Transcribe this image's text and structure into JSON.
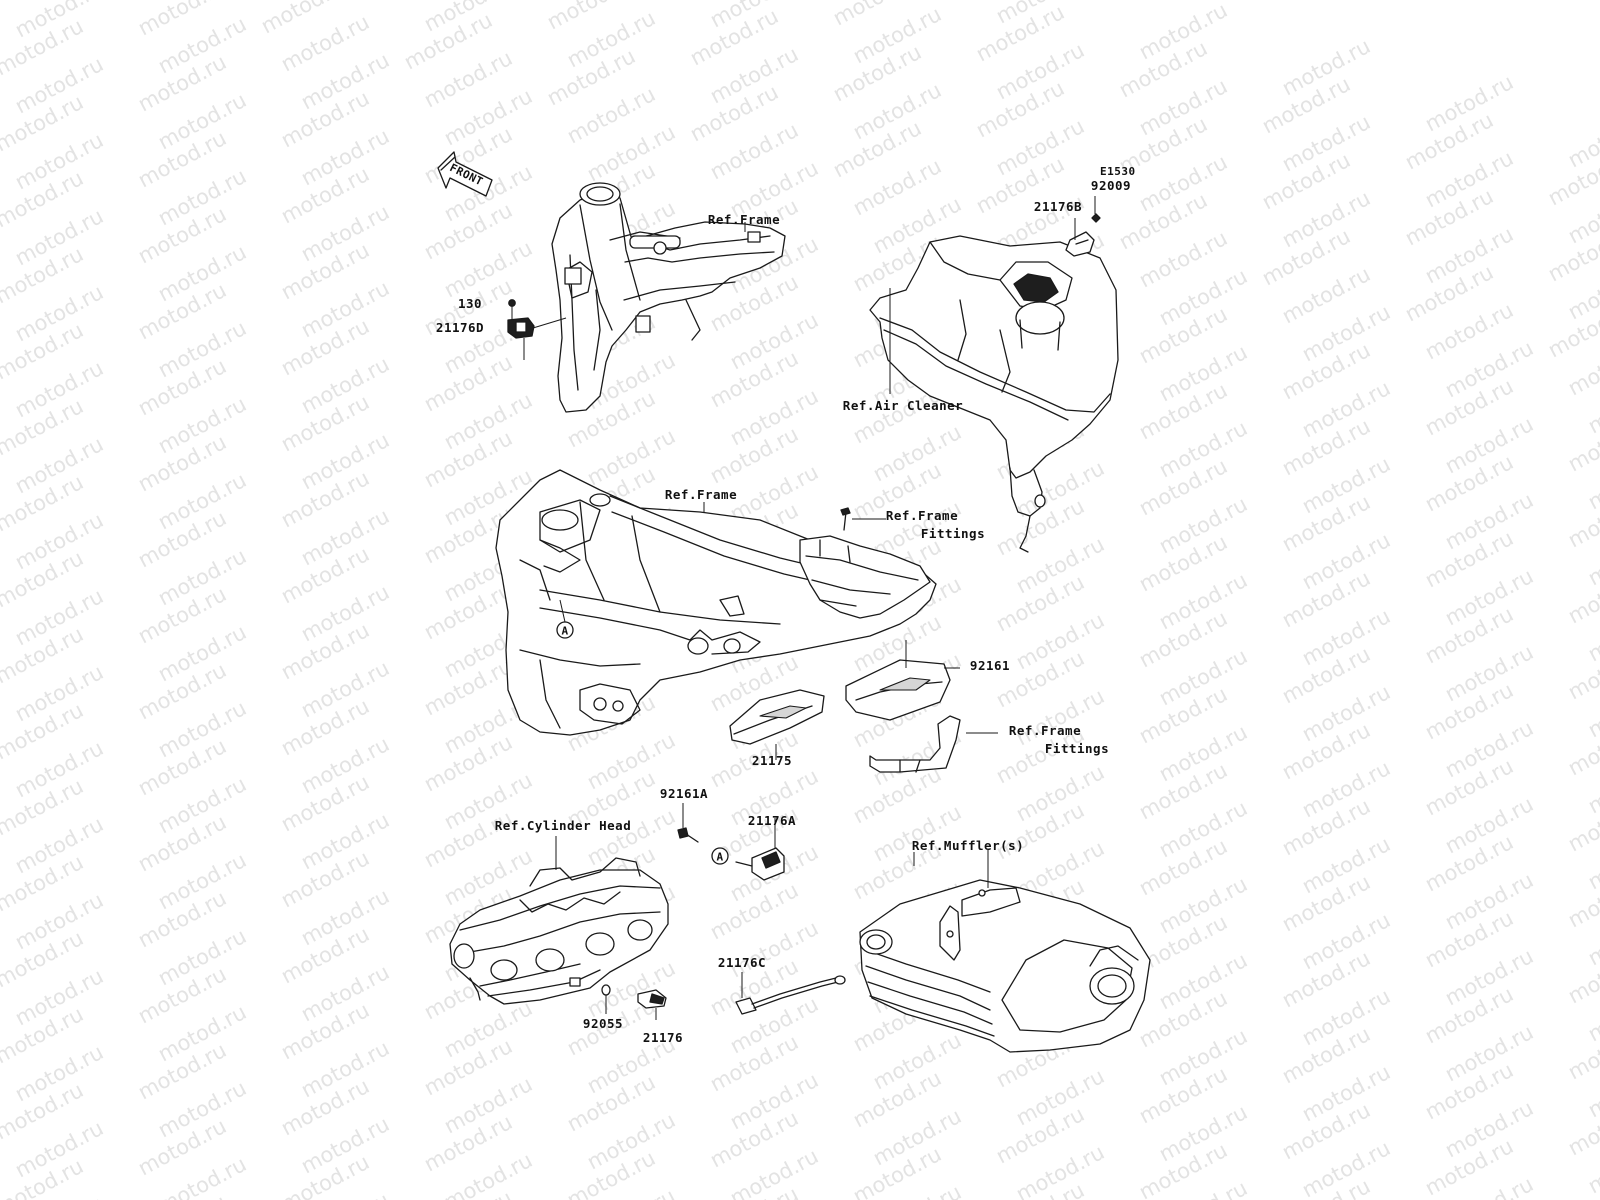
{
  "diagram_code": "E1530",
  "watermark": "motod.ru",
  "front_arrow": "FRONT",
  "labels": {
    "p92009": "92009",
    "p21176B": "21176B",
    "p130": "130",
    "p21176D": "21176D",
    "ref_frame_top": "Ref.Frame",
    "ref_air_cleaner": "Ref.Air Cleaner",
    "ref_frame_mid": "Ref.Frame",
    "ref_frame_fittings_1a": "Ref.Frame",
    "ref_frame_fittings_1b": "Fittings",
    "p92161": "92161",
    "ref_frame_fittings_2a": "Ref.Frame",
    "ref_frame_fittings_2b": "Fittings",
    "p21175": "21175",
    "p92161A": "92161A",
    "p21176A": "21176A",
    "ref_cylinder_head": "Ref.Cylinder Head",
    "ref_mufflers": "Ref.Muffler(s)",
    "p21176C": "21176C",
    "p92055": "92055",
    "p21176": "21176",
    "marker_a1": "A",
    "marker_a2": "A"
  }
}
